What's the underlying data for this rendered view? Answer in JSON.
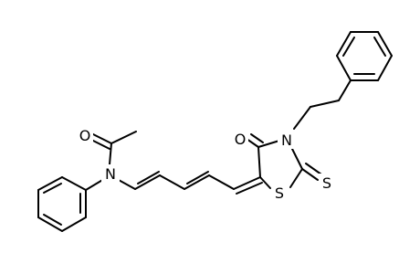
{
  "molecule": {
    "atoms": [
      {
        "id": "O1",
        "label": "O",
        "name": "atom-oxygen-acetyl"
      },
      {
        "id": "N1",
        "label": "N",
        "name": "atom-nitrogen-amide"
      },
      {
        "id": "O2",
        "label": "O",
        "name": "atom-oxygen-ketone"
      },
      {
        "id": "N2",
        "label": "N",
        "name": "atom-nitrogen-ring"
      },
      {
        "id": "S1",
        "label": "S",
        "name": "atom-sulfur-ring"
      },
      {
        "id": "S2",
        "label": "S",
        "name": "atom-sulfur-thione"
      }
    ]
  },
  "colors": {
    "bond": "#000000",
    "background": "#ffffff"
  }
}
